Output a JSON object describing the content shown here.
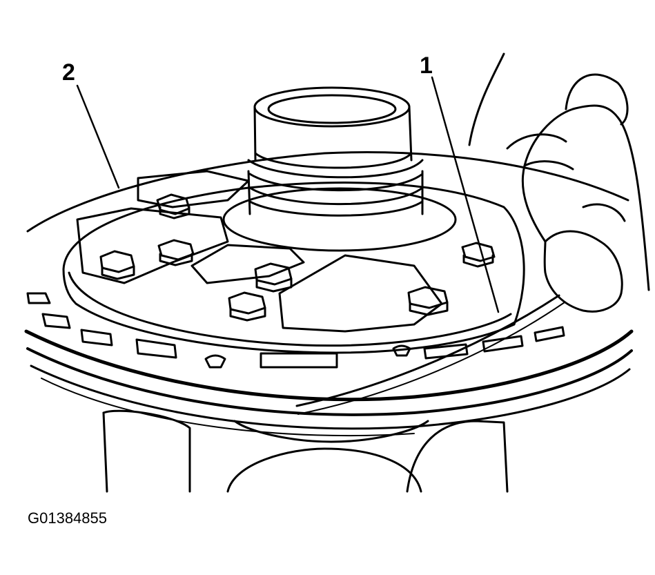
{
  "callouts": {
    "item_1": "1",
    "item_2": "2"
  },
  "figure": {
    "id": "G01384855"
  },
  "colors": {
    "line": "#000000",
    "background": "#ffffff"
  }
}
